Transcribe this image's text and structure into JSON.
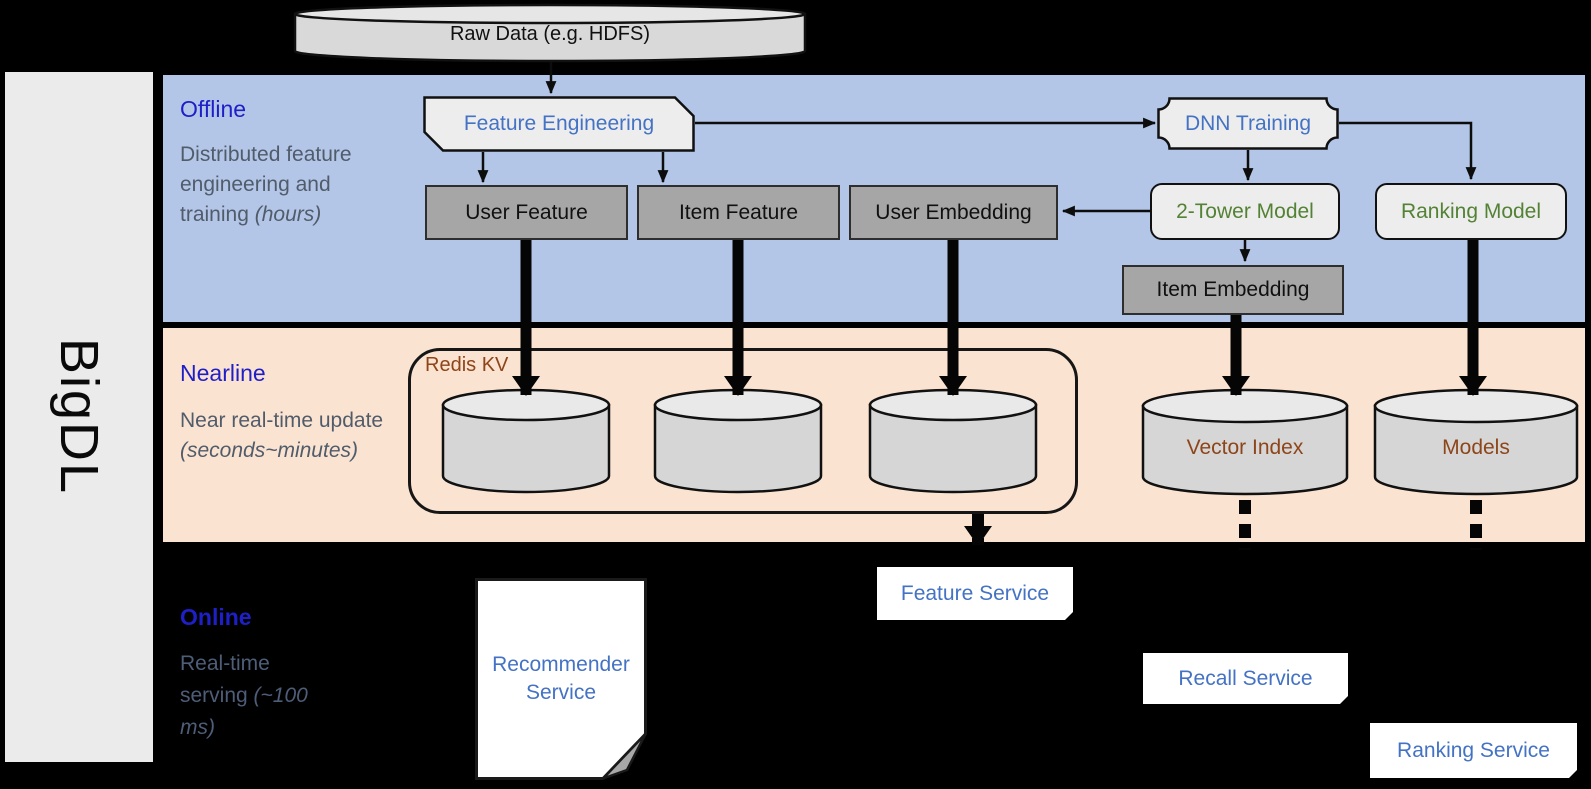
{
  "colors": {
    "page_bg": "#000000",
    "offline_bg": "#b3c6e7",
    "nearline_bg": "#fbe3d1",
    "sidebar_bg": "#ebebeb",
    "header_blue": "#1f1fc8",
    "muted_slate": "#515c6b",
    "online_muted": "#4e5d78",
    "label_blue": "#4472c4",
    "label_green": "#548235",
    "label_brown": "#8e4519",
    "gray_box": "#a6a6a6",
    "shape_fill": "#ededed",
    "cylinder_fill": "#d6d6d6",
    "cylinder_top": "#e9e9e9",
    "white": "#ffffff"
  },
  "sidebar": {
    "label": "BigDL"
  },
  "raw_data": {
    "label": "Raw Data (e.g. HDFS)"
  },
  "offline": {
    "title": "Offline",
    "subtitle": "Distributed feature engineering and training",
    "subtitle_note": "(hours)",
    "nodes": {
      "feature_engineering": "Feature Engineering",
      "dnn_training": "DNN Training",
      "user_feature": "User Feature",
      "item_feature": "Item Feature",
      "user_embedding": "User Embedding",
      "two_tower_model": "2-Tower Model",
      "ranking_model": "Ranking Model",
      "item_embedding": "Item Embedding"
    }
  },
  "nearline": {
    "title": "Nearline",
    "subtitle": "Near real-time update",
    "subtitle_note": "(seconds~minutes)",
    "nodes": {
      "redis_kv": "Redis KV",
      "vector_index": "Vector Index",
      "models": "Models"
    }
  },
  "online": {
    "title": "Online",
    "subtitle": "Real-time serving",
    "subtitle_note": "(~100 ms)",
    "nodes": {
      "recommender_service": "Recommender Service",
      "feature_service": "Feature Service",
      "recall_service": "Recall Service",
      "ranking_service": "Ranking Service"
    }
  }
}
